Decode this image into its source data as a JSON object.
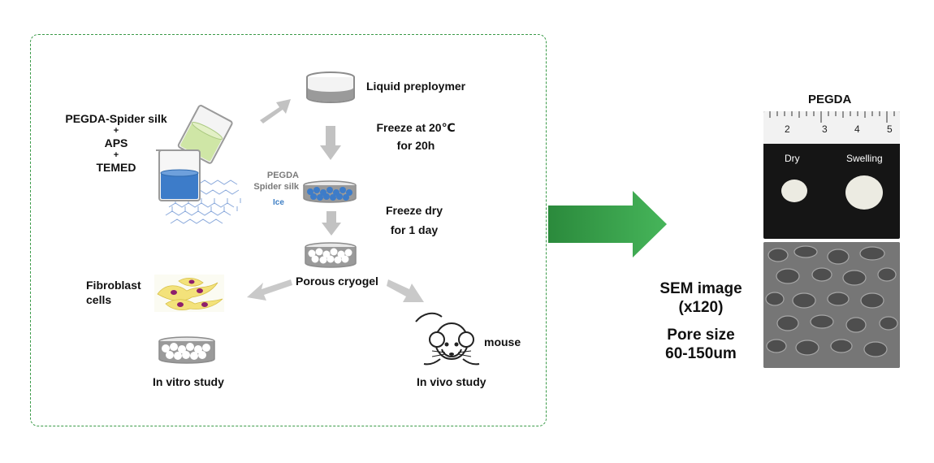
{
  "ingredients": {
    "line1": "PEGDA-Spider silk",
    "plus1": "+",
    "line2": "APS",
    "plus2": "+",
    "line3": "TEMED"
  },
  "steps": {
    "liquid": "Liquid preploymer",
    "freeze_line1": "Freeze at 20℃",
    "freeze_line2": "for 20h",
    "dish_label_1": "PEGDA",
    "dish_label_2": "Spider silk",
    "ice": "Ice",
    "freeze_dry_line1": "Freeze dry",
    "freeze_dry_line2": "for 1 day",
    "porous": "Porous cryogel"
  },
  "in_vitro": {
    "cells_line1": "Fibroblast",
    "cells_line2": "cells",
    "study": "In vitro study"
  },
  "in_vivo": {
    "animal": "mouse",
    "study": "In vivo study"
  },
  "result": {
    "title": "PEGDA",
    "ruler_numbers": [
      "2",
      "3",
      "4",
      "5"
    ],
    "dry": "Dry",
    "swelling": "Swelling",
    "sem_line1": "SEM image",
    "sem_line2": "(x120)",
    "pore_line1": "Pore size",
    "pore_line2": "60-150um"
  },
  "colors": {
    "panel_border": "#3a9a48",
    "big_arrow": "#2e9e44",
    "blue_liquid": "#3d7cc9",
    "green_liquid": "#cfe6a6",
    "gray_arrow": "#c2c2c2",
    "cell_nucleus": "#8e1f6c"
  },
  "icons": [
    "beaker-icon",
    "graphene-icon",
    "petri-dish-icon",
    "mouse-icon",
    "cells-icon"
  ]
}
